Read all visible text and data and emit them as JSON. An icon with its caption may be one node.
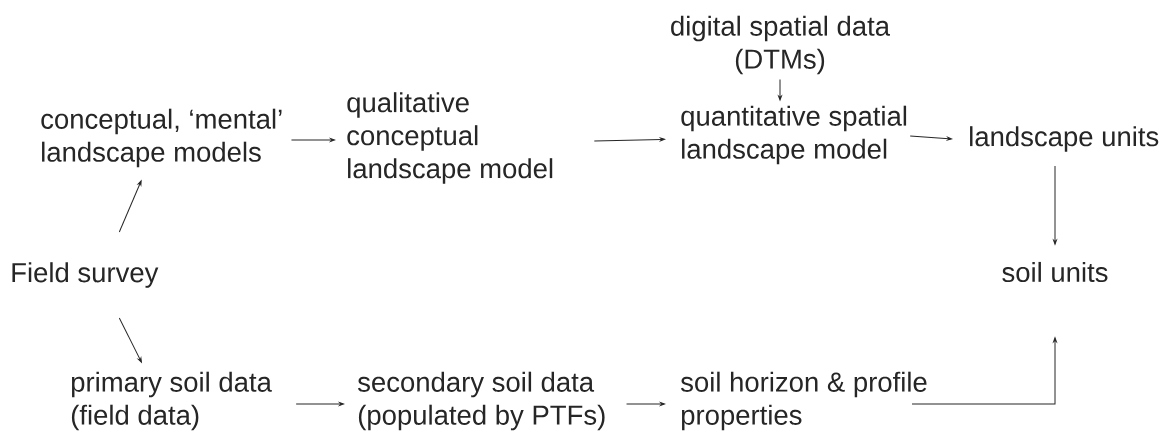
{
  "diagram": {
    "nodes": [
      {
        "text": [
          "Field survey"
        ]
      },
      {
        "text": [
          "conceptual, ‘mental’ landscape models"
        ]
      },
      {
        "text": [
          "qualitative conceptual landscape model"
        ]
      },
      {
        "text": [
          "digital spatial data (DTMs)"
        ]
      },
      {
        "text": [
          "quantitative spatial landscape model"
        ]
      },
      {
        "text": [
          "landscape units"
        ]
      },
      {
        "text": [
          "soil units"
        ]
      },
      {
        "text": [
          "primary soil data (field data)"
        ]
      },
      {
        "text": [
          "secondary soil data (populated by PTFs)"
        ]
      },
      {
        "text": [
          "soil horizon & profile properties"
        ]
      }
    ],
    "edges": [
      {
        "from": 0,
        "to": 1,
        "arrow": "to"
      },
      {
        "from": 0,
        "to": 7,
        "arrow": "to"
      },
      {
        "from": 1,
        "to": 2,
        "arrow": "to"
      },
      {
        "from": 3,
        "to": 4,
        "arrow": "to"
      },
      {
        "from": 2,
        "to": 4,
        "arrow": "to"
      },
      {
        "from": 4,
        "to": 5,
        "arrow": "to"
      },
      {
        "from": 5,
        "to": 6,
        "arrow": "to"
      },
      {
        "from": 7,
        "to": 8,
        "arrow": "to"
      },
      {
        "from": 8,
        "to": 9,
        "arrow": "to"
      },
      {
        "from": 9,
        "to": 6,
        "arrow": "to"
      }
    ]
  }
}
